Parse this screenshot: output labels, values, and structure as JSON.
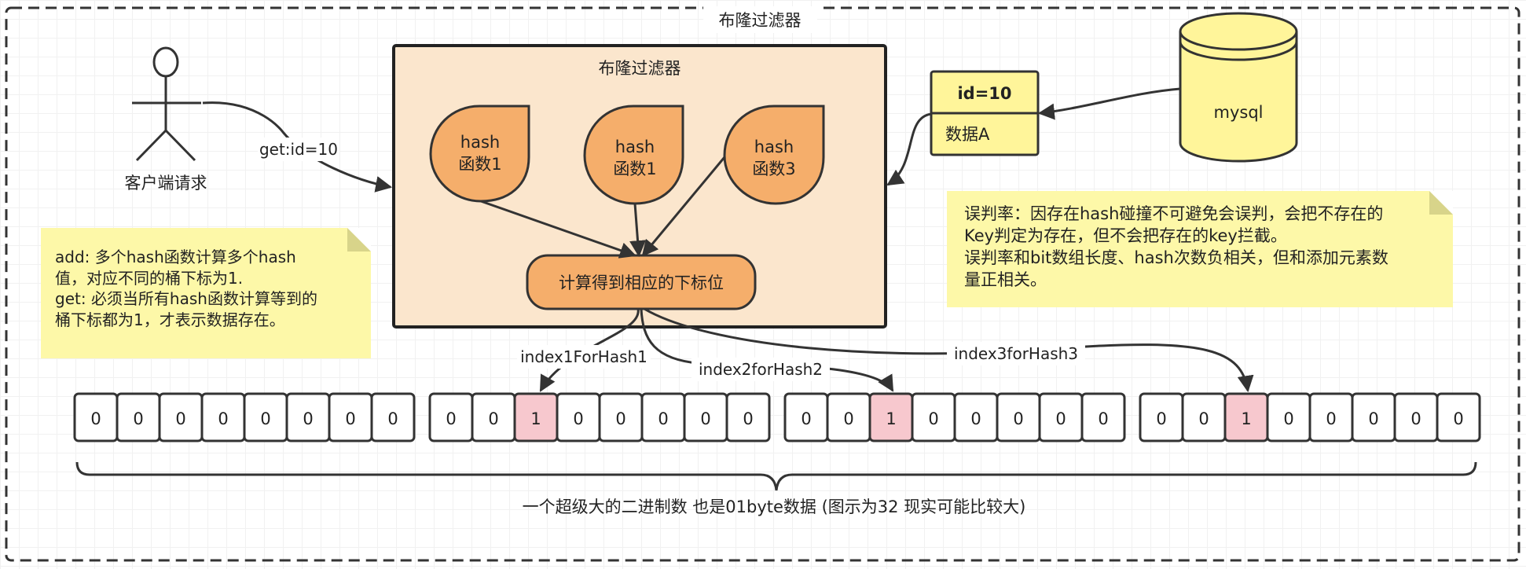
{
  "frame_title": "布隆过滤器",
  "client": {
    "label": "客户端请求",
    "request": "get:id=10"
  },
  "filter": {
    "title": "布隆过滤器",
    "hash_functions": [
      {
        "line1": "hash",
        "line2": "函数1"
      },
      {
        "line1": "hash",
        "line2": "函数1"
      },
      {
        "line1": "hash",
        "line2": "函数3"
      }
    ],
    "compute_label": "计算得到相应的下标位"
  },
  "database": {
    "label": "mysql"
  },
  "record": {
    "key": "id=10",
    "value": "数据A"
  },
  "notes": {
    "add_get": [
      "add: 多个hash函数计算多个hash",
      "值，对应不同的桶下标为1.",
      "get: 必须当所有hash函数计算等到的",
      "桶下标都为1，才表示数据存在。"
    ],
    "false_positive": [
      "误判率：因存在hash碰撞不可避免会误判，会把不存在的",
      "Key判定为存在，但不会把存在的key拦截。",
      "误判率和bit数组长度、hash次数负相关，但和添加元素数",
      "量正相关。"
    ]
  },
  "index_labels": [
    "index1ForHash1",
    "index2forHash2",
    "index3forHash3"
  ],
  "bit_groups": [
    [
      "0",
      "0",
      "0",
      "0",
      "0",
      "0",
      "0",
      "0"
    ],
    [
      "0",
      "0",
      "1",
      "0",
      "0",
      "0",
      "0",
      "0"
    ],
    [
      "0",
      "0",
      "1",
      "0",
      "0",
      "0",
      "0",
      "0"
    ],
    [
      "0",
      "0",
      "1",
      "0",
      "0",
      "0",
      "0",
      "0"
    ]
  ],
  "brace_caption": "一个超级大的二进制数 也是01byte数据 (图示为32 现实可能比较大)",
  "colors": {
    "filter_bg": "#fbe6cd",
    "hash_fill": "#f5ae6b",
    "db_fill": "#fff59a",
    "bit_set_fill": "#f7c8ce",
    "note_bg": "#fdf8a8",
    "stroke": "#333333"
  }
}
